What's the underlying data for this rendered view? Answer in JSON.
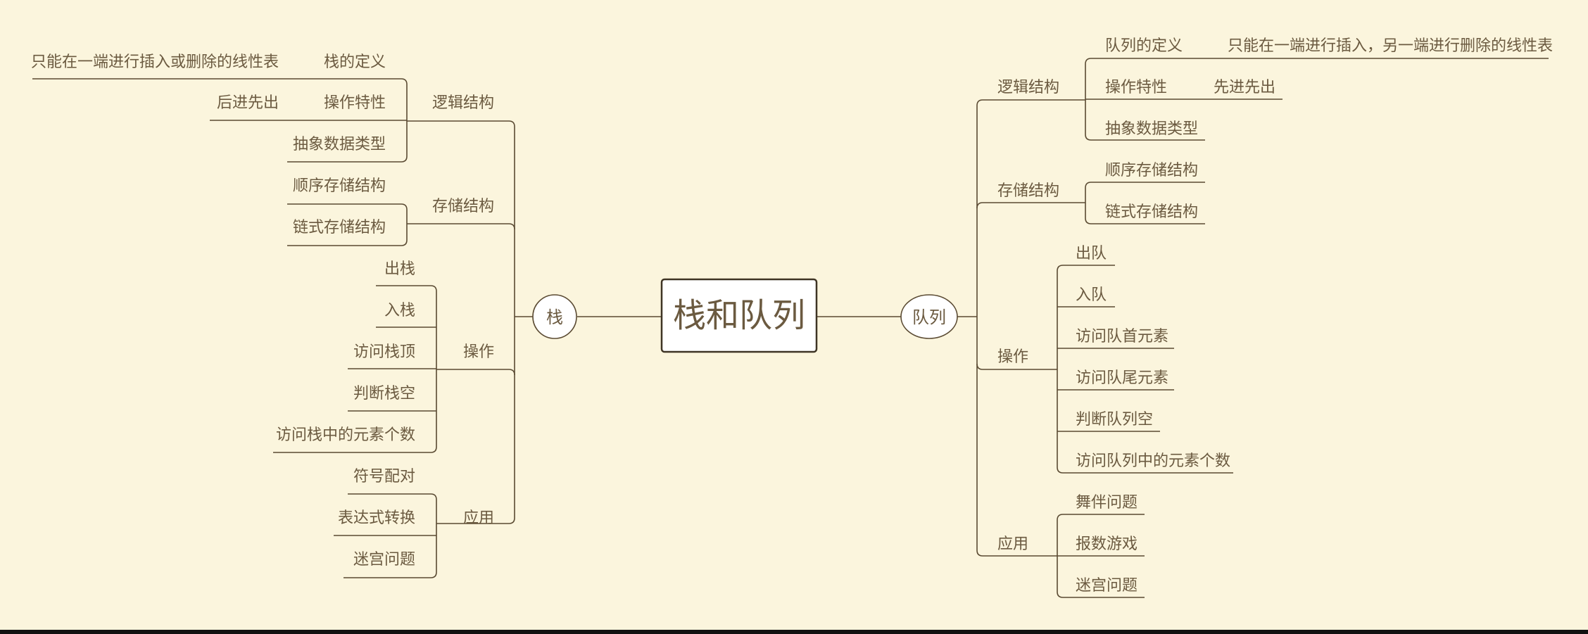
{
  "central_topic": "栈和队列",
  "stack": {
    "label": "栈",
    "logical": {
      "label": "逻辑结构",
      "definition": {
        "label": "栈的定义",
        "detail": "只能在一端进行插入或删除的线性表"
      },
      "feature": {
        "label": "操作特性",
        "detail": "后进先出"
      },
      "adt": "抽象数据类型"
    },
    "storage": {
      "label": "存储结构",
      "items": [
        "顺序存储结构",
        "链式存储结构"
      ]
    },
    "operations": {
      "label": "操作",
      "items": [
        "出栈",
        "入栈",
        "访问栈顶",
        "判断栈空",
        "访问栈中的元素个数"
      ]
    },
    "applications": {
      "label": "应用",
      "items": [
        "符号配对",
        "表达式转换",
        "迷宫问题"
      ]
    }
  },
  "queue": {
    "label": "队列",
    "logical": {
      "label": "逻辑结构",
      "definition": {
        "label": "队列的定义",
        "detail": "只能在一端进行插入，另一端进行删除的线性表"
      },
      "feature": {
        "label": "操作特性",
        "detail": "先进先出"
      },
      "adt": "抽象数据类型"
    },
    "storage": {
      "label": "存储结构",
      "items": [
        "顺序存储结构",
        "链式存储结构"
      ]
    },
    "operations": {
      "label": "操作",
      "items": [
        "出队",
        "入队",
        "访问队首元素",
        "访问队尾元素",
        "判断队列空",
        "访问队列中的元素个数"
      ]
    },
    "applications": {
      "label": "应用",
      "items": [
        "舞伴问题",
        "报数游戏",
        "迷宫问题"
      ]
    }
  }
}
